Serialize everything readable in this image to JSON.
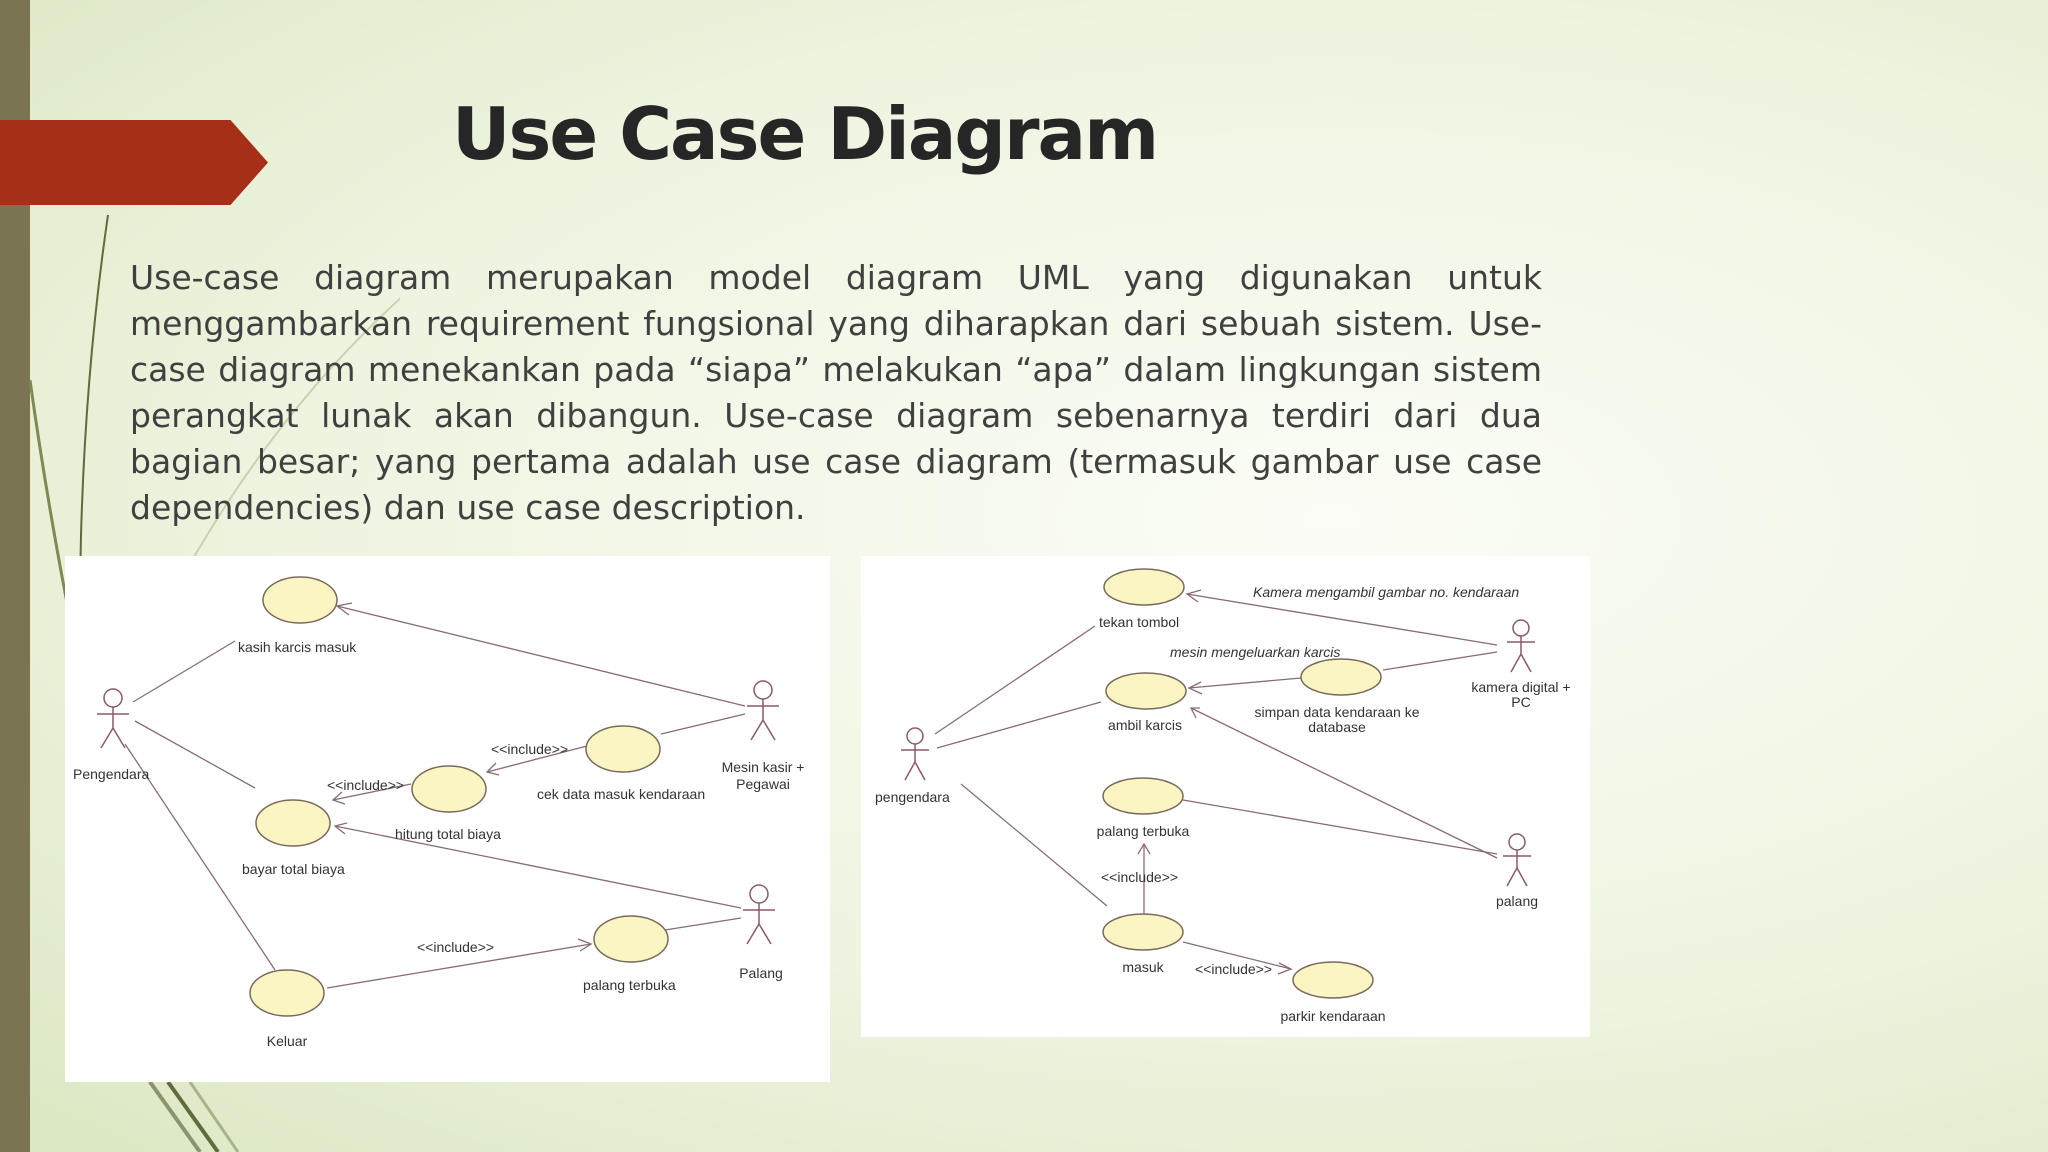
{
  "slide": {
    "title": "Use Case Diagram",
    "body": "Use-case diagram merupakan model diagram UML yang digunakan untuk menggambarkan requirement fungsional yang diharapkan dari sebuah sistem. Use-case diagram menekankan pada “siapa” melakukan “apa” dalam lingkungan sistem perangkat lunak akan dibangun. Use-case diagram sebenarnya terdiri dari dua bagian besar; yang pertama adalah use case diagram (termasuk gambar use case dependencies) dan use case description."
  },
  "colors": {
    "accent": "#a52f17",
    "sidebar": "#7a7452",
    "title": "#262626",
    "body": "#404040",
    "usecase_fill": "#fbf5c4"
  },
  "diagram_left": {
    "actors": {
      "pengendara": "Pengendara",
      "mesin": [
        "Mesin kasir +",
        "Pegawai"
      ],
      "palang": "Palang"
    },
    "usecases": {
      "kasih": "kasih karcis masuk",
      "cek": "cek data masuk kendaraan",
      "hitung": "hitung total biaya",
      "bayar": "bayar total biaya",
      "palang_terbuka": "palang terbuka",
      "keluar": "Keluar"
    },
    "include": "<<include>>"
  },
  "diagram_right": {
    "actors": {
      "pengendara": "pengendara",
      "kamera": [
        "kamera digital +",
        "PC"
      ],
      "palang": "palang"
    },
    "usecases": {
      "tekan": "tekan tombol",
      "ambil": "ambil karcis",
      "simpan": [
        "simpan data kendaraan ke",
        "database"
      ],
      "palang_terbuka": "palang terbuka",
      "masuk": "masuk",
      "parkir": "parkir kendaraan"
    },
    "notes": {
      "kamera": "Kamera mengambil gambar no. kendaraan",
      "mesin": "mesin mengeluarkan karcis"
    },
    "include": "<<include>>"
  }
}
